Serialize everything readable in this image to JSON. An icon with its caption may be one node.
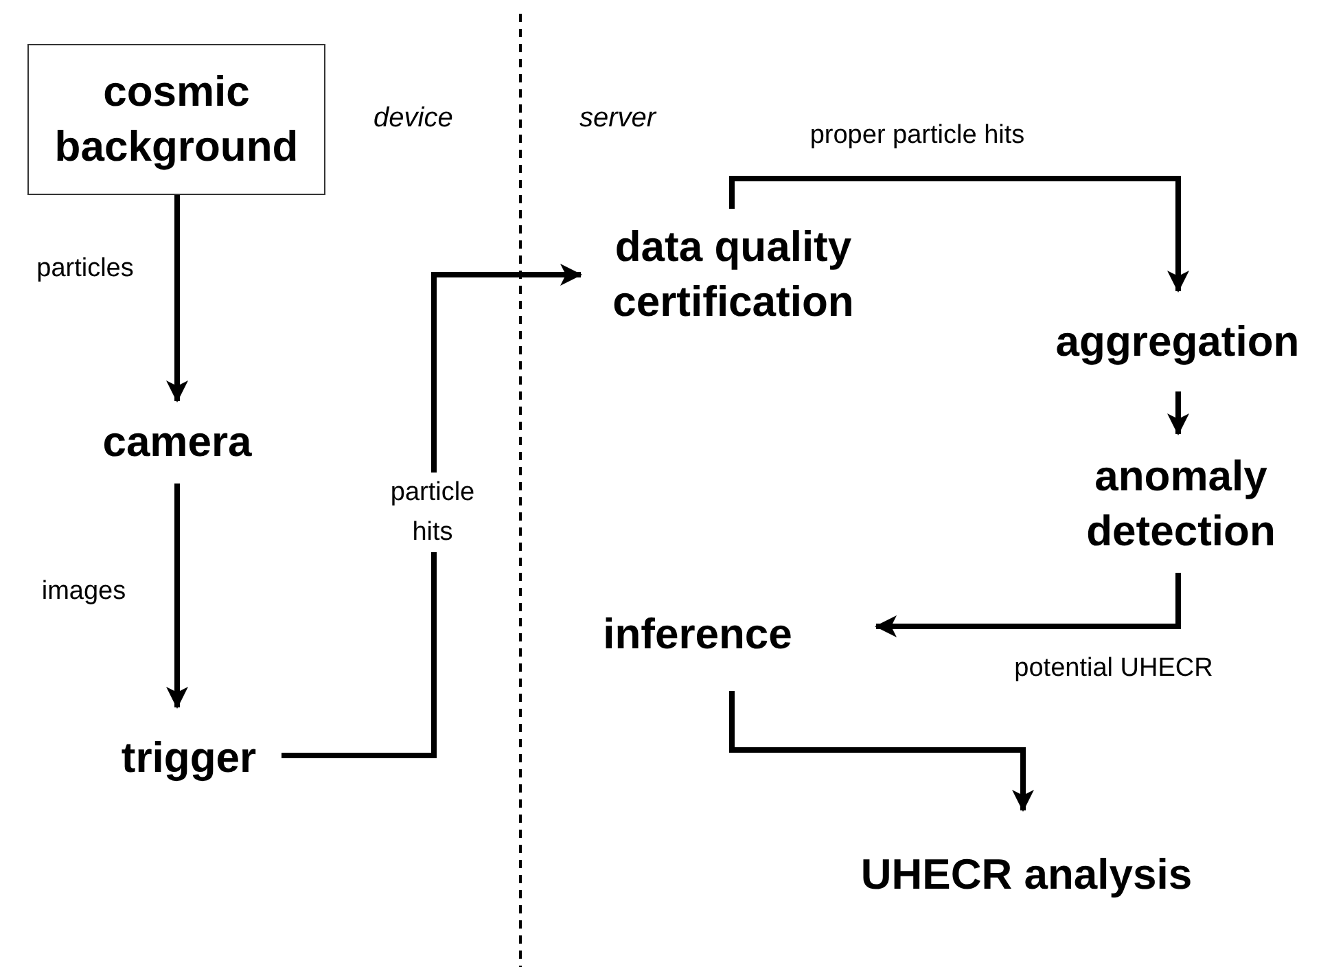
{
  "diagram": {
    "nodes": [
      {
        "text": [
          "cosmic background"
        ]
      },
      {
        "text": [
          "camera"
        ]
      },
      {
        "text": [
          "trigger"
        ]
      },
      {
        "text": [
          "data quality certification"
        ]
      },
      {
        "text": [
          "aggregation"
        ]
      },
      {
        "text": [
          "anomaly detection"
        ]
      },
      {
        "text": [
          "inference"
        ]
      },
      {
        "text": [
          "UHECR analysis"
        ]
      }
    ],
    "edges": [
      {
        "from": 0,
        "to": 1,
        "arrow": "to",
        "label": "particles"
      },
      {
        "from": 1,
        "to": 2,
        "arrow": "to",
        "label": "images"
      },
      {
        "from": 2,
        "to": 3,
        "arrow": "to",
        "label": "particle hits"
      },
      {
        "from": 3,
        "to": 4,
        "arrow": "to",
        "label": "proper particle hits"
      },
      {
        "from": 4,
        "to": 5,
        "arrow": "to"
      },
      {
        "from": 5,
        "to": 6,
        "arrow": "to",
        "label": "potential UHECR"
      },
      {
        "from": 6,
        "to": 7,
        "arrow": "to"
      }
    ],
    "labels": [
      "device",
      "server"
    ]
  }
}
